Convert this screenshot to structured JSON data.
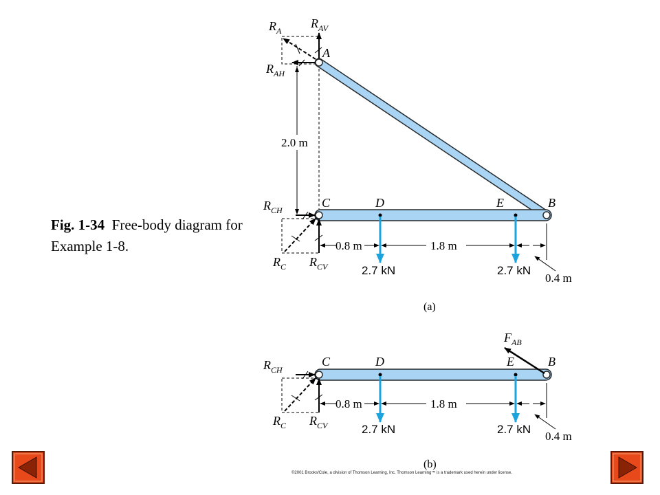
{
  "caption": {
    "fig_number": "Fig. 1-34",
    "text": "Free-body diagram for Example 1-8."
  },
  "panel_a": {
    "label": "(a)",
    "reactions": {
      "ra": "R",
      "ra_sub": "A",
      "rav": "R",
      "rav_sub": "AV",
      "rah": "R",
      "rah_sub": "AH",
      "rch": "R",
      "rch_sub": "CH",
      "rc": "R",
      "rc_sub": "C",
      "rcv": "R",
      "rcv_sub": "CV"
    },
    "points": {
      "a": "A",
      "b": "B",
      "c": "C",
      "d": "D",
      "e": "E"
    },
    "height": "2.0 m",
    "dims": {
      "cd": "0.8 m",
      "de": "1.8 m",
      "eb": "0.4 m"
    },
    "loads": {
      "d": "2.7 kN",
      "e": "2.7 kN"
    }
  },
  "panel_b": {
    "label": "(b)",
    "reactions": {
      "rch": "R",
      "rch_sub": "CH",
      "rc": "R",
      "rc_sub": "C",
      "rcv": "R",
      "rcv_sub": "CV",
      "fab": "F",
      "fab_sub": "AB"
    },
    "points": {
      "b": "B",
      "c": "C",
      "d": "D",
      "e": "E"
    },
    "dims": {
      "cd": "0.8 m",
      "de": "1.8 m",
      "eb": "0.4 m"
    },
    "loads": {
      "d": "2.7 kN",
      "e": "2.7 kN"
    }
  },
  "copyright": "©2001 Brooks/Cole, a division of Thomson Learning, Inc.  Thomson Learning™ is a trademark used herein under license.",
  "colors": {
    "member_fill": "#a9d4f3",
    "member_stroke": "#26292c",
    "load_arrow": "#1aa3dc",
    "nav_fill": "#e8491a",
    "nav_arrow": "#8a2206"
  },
  "nav": {
    "prev_icon": "triangle-left",
    "next_icon": "triangle-right"
  }
}
